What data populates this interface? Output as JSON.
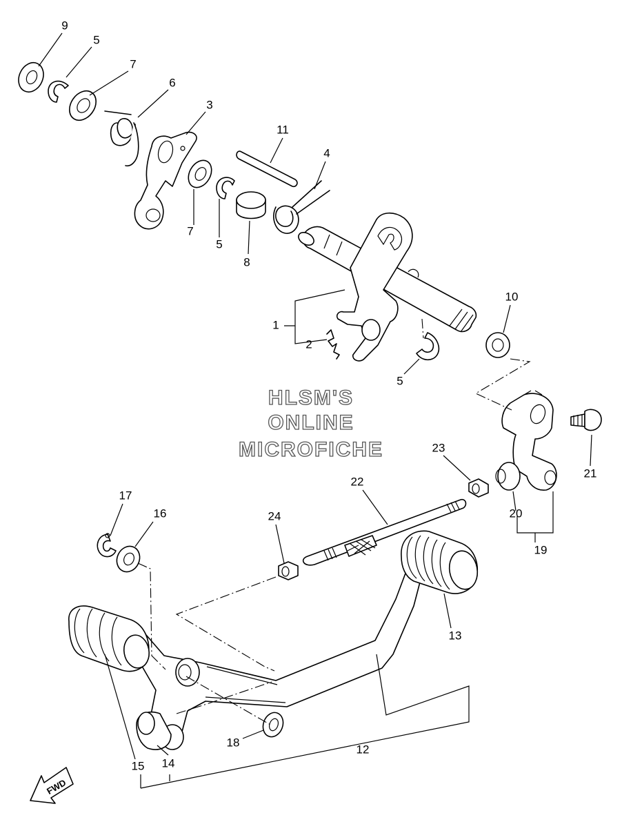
{
  "watermark": {
    "line1": "HLSM'S",
    "line2": "ONLINE",
    "line3": "MICROFICHE"
  },
  "direction_badge": {
    "label": "FWD",
    "icon": "arrow-down-left-icon"
  },
  "callouts": [
    {
      "id": "c9",
      "label": "9",
      "part": "washer"
    },
    {
      "id": "c5a",
      "label": "5",
      "part": "circlip"
    },
    {
      "id": "c7a",
      "label": "7",
      "part": "washer"
    },
    {
      "id": "c6",
      "label": "6",
      "part": "spring"
    },
    {
      "id": "c3",
      "label": "3",
      "part": "shift arm"
    },
    {
      "id": "c11",
      "label": "11",
      "part": "pin"
    },
    {
      "id": "c4",
      "label": "4",
      "part": "spring"
    },
    {
      "id": "c7b",
      "label": "7",
      "part": "washer"
    },
    {
      "id": "c5b",
      "label": "5",
      "part": "circlip"
    },
    {
      "id": "c8",
      "label": "8",
      "part": "collar"
    },
    {
      "id": "c10",
      "label": "10",
      "part": "washer"
    },
    {
      "id": "c1",
      "label": "1",
      "part": "shift shaft assembly"
    },
    {
      "id": "c2",
      "label": "2",
      "part": "spring"
    },
    {
      "id": "c5c",
      "label": "5",
      "part": "circlip"
    },
    {
      "id": "c23",
      "label": "23",
      "part": "nut"
    },
    {
      "id": "c21",
      "label": "21",
      "part": "bolt"
    },
    {
      "id": "c22",
      "label": "22",
      "part": "shift rod"
    },
    {
      "id": "c20",
      "label": "20",
      "part": "rod end"
    },
    {
      "id": "c19",
      "label": "19",
      "part": "shift arm assembly"
    },
    {
      "id": "c24",
      "label": "24",
      "part": "nut"
    },
    {
      "id": "c17",
      "label": "17",
      "part": "clip"
    },
    {
      "id": "c16",
      "label": "16",
      "part": "washer"
    },
    {
      "id": "c13",
      "label": "13",
      "part": "pedal rubber"
    },
    {
      "id": "c18",
      "label": "18",
      "part": "washer"
    },
    {
      "id": "c12",
      "label": "12",
      "part": "shift pedal"
    },
    {
      "id": "c15",
      "label": "15",
      "part": "pedal rubber"
    },
    {
      "id": "c14",
      "label": "14",
      "part": "bushing"
    }
  ]
}
